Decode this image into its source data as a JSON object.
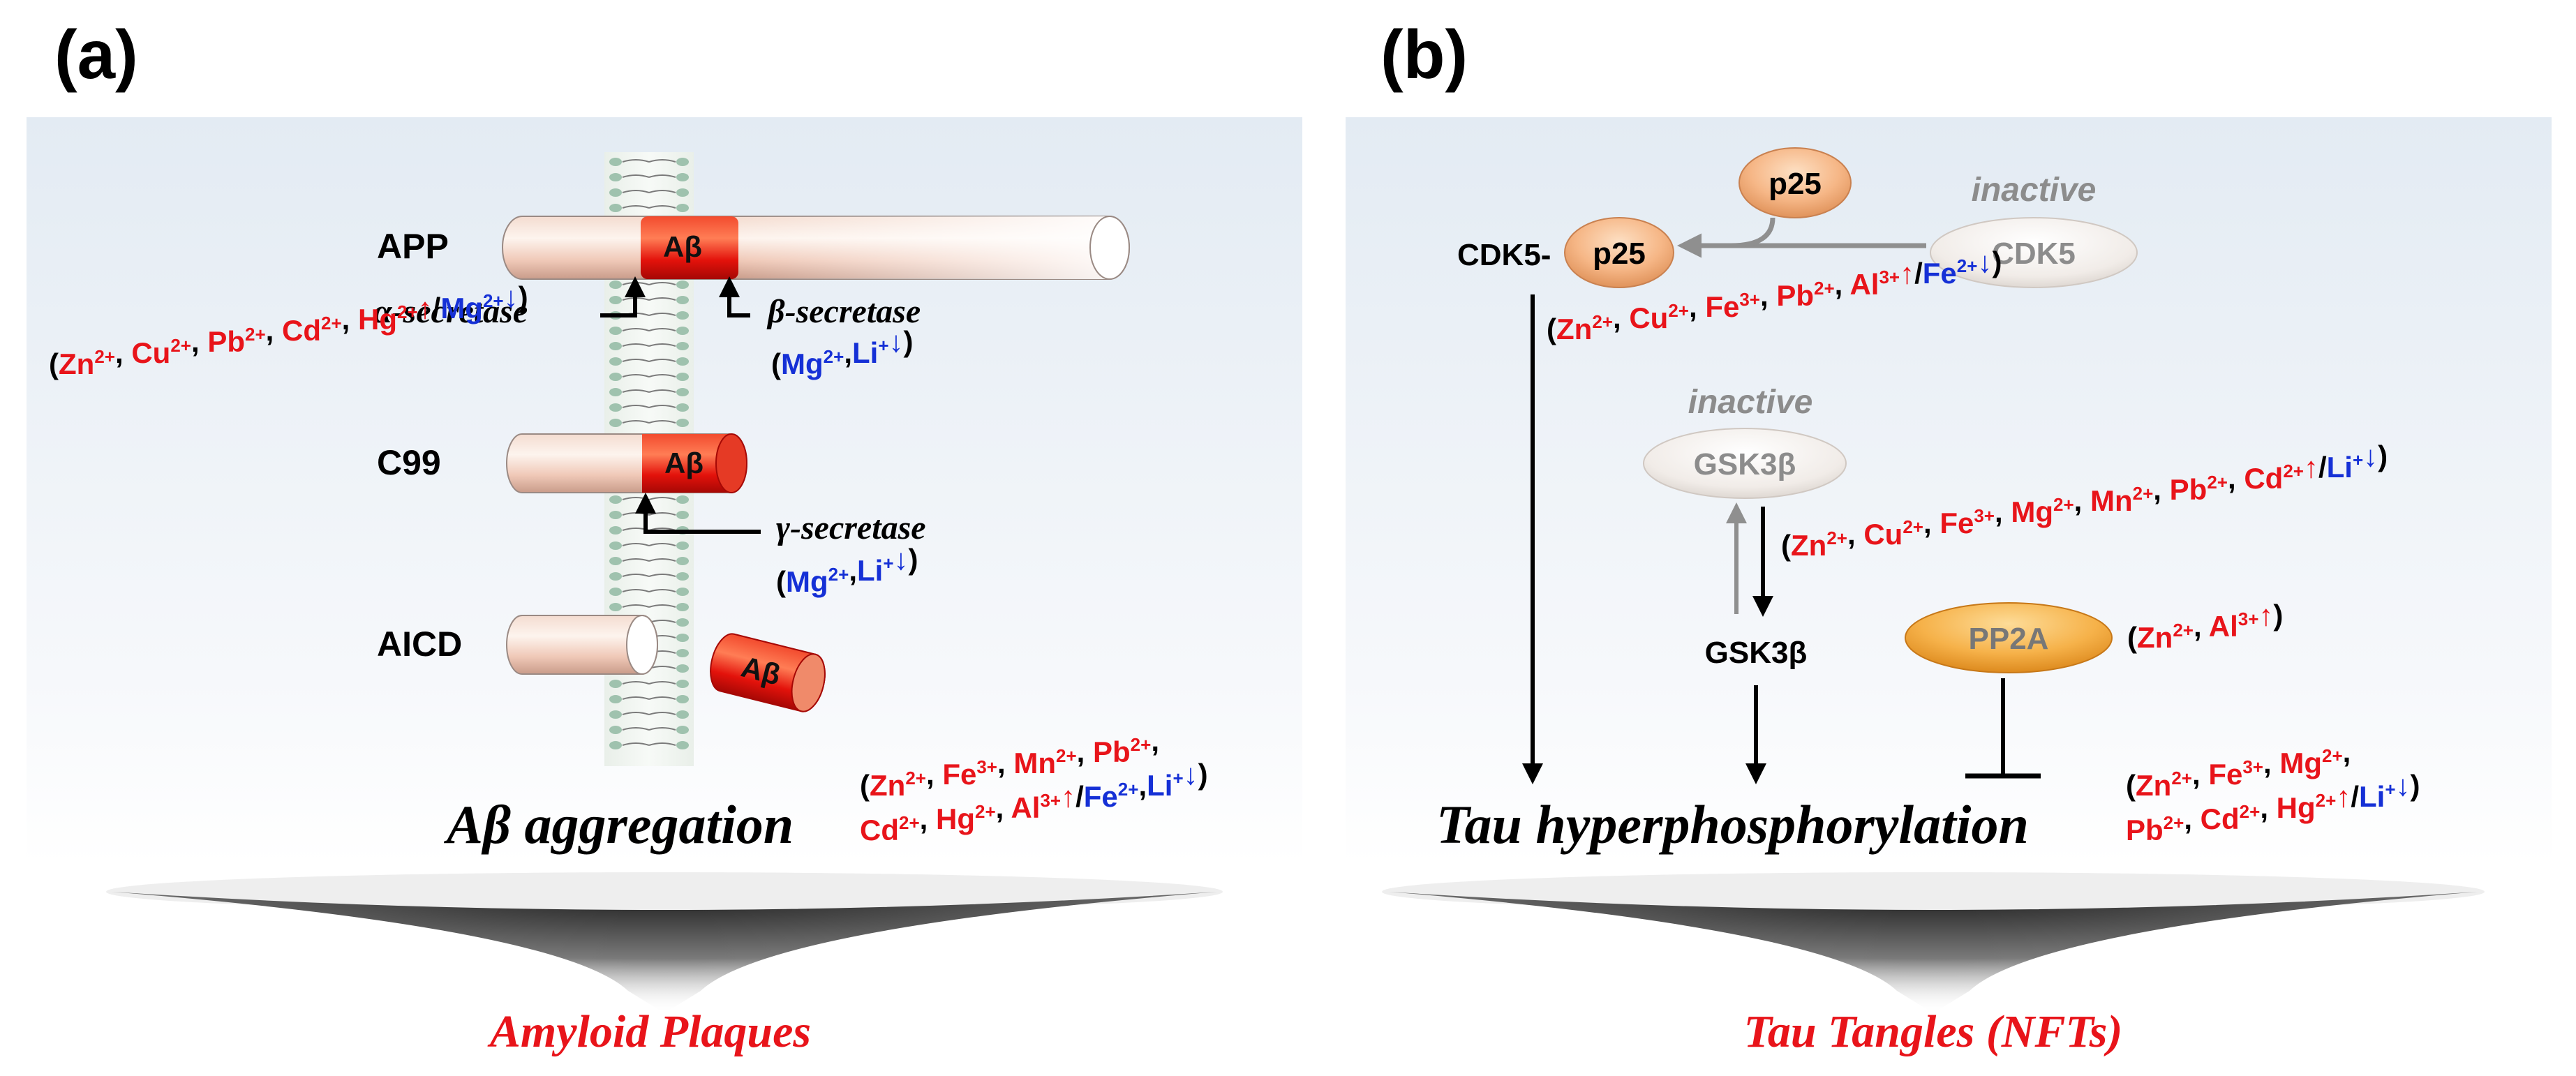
{
  "panels": {
    "a": {
      "label": "(a)",
      "app": "APP",
      "c99": "C99",
      "aicd": "AICD",
      "abeta": "Aβ",
      "alpha_secretase": "α-secretase",
      "beta_secretase": "β-secretase",
      "gamma_secretase": "γ-secretase",
      "aggregation": "Aβ aggregation",
      "outcome": "Amyloid Plaques",
      "ions": {
        "alpha": {
          "up": [
            "Zn",
            "Cu",
            "Pb",
            "Cd",
            "Hg"
          ],
          "up_charges": [
            "2+",
            "2+",
            "2+",
            "2+",
            "2+"
          ],
          "down": [
            "Mg"
          ],
          "down_charges": [
            "2+"
          ]
        },
        "beta": {
          "down": [
            "Mg",
            "Li"
          ],
          "down_charges": [
            "2+",
            "+"
          ]
        },
        "gamma": {
          "down": [
            "Mg",
            "Li"
          ],
          "down_charges": [
            "2+",
            "+"
          ]
        },
        "aggregation_line1": [
          "Zn",
          "Fe",
          "Mn",
          "Pb"
        ],
        "aggregation_line1_charges": [
          "2+",
          "3+",
          "2+",
          "2+"
        ],
        "aggregation_line2_up": [
          "Cd",
          "Hg",
          "Al"
        ],
        "aggregation_line2_up_charges": [
          "2+",
          "2+",
          "3+"
        ],
        "aggregation_line2_down": [
          "Fe",
          "Li"
        ],
        "aggregation_line2_down_charges": [
          "2+",
          "+"
        ]
      }
    },
    "b": {
      "label": "(b)",
      "p25": "p25",
      "inactive_cdk5": "inactive",
      "cdk5": "CDK5",
      "cdk5_complex_prefix": "CDK5-",
      "inactive_gsk": "inactive",
      "gsk3b_inactive": "GSK3β",
      "gsk3b": "GSK3β",
      "pp2a": "PP2A",
      "hyperphos": "Tau hyperphosphorylation",
      "outcome": "Tau Tangles (NFTs)",
      "ions": {
        "cdk5_up": [
          "Zn",
          "Cu",
          "Fe",
          "Pb",
          "Al"
        ],
        "cdk5_up_charges": [
          "2+",
          "2+",
          "3+",
          "2+",
          "3+"
        ],
        "cdk5_down": [
          "Fe"
        ],
        "cdk5_down_charges": [
          "2+"
        ],
        "gsk_up": [
          "Zn",
          "Cu",
          "Fe",
          "Mg",
          "Mn",
          "Pb",
          "Cd"
        ],
        "gsk_up_charges": [
          "2+",
          "2+",
          "3+",
          "2+",
          "2+",
          "2+",
          "2+"
        ],
        "gsk_down": [
          "Li"
        ],
        "gsk_down_charges": [
          "+"
        ],
        "pp2a_up": [
          "Zn",
          "Al"
        ],
        "pp2a_up_charges": [
          "2+",
          "3+"
        ],
        "tau_line1": [
          "Zn",
          "Fe",
          "Mg"
        ],
        "tau_line1_charges": [
          "2+",
          "3+",
          "2+"
        ],
        "tau_line2_up": [
          "Pb",
          "Cd",
          "Hg"
        ],
        "tau_line2_up_charges": [
          "2+",
          "2+",
          "2+"
        ],
        "tau_line2_down": [
          "Li"
        ],
        "tau_line2_down_charges": [
          "+"
        ]
      }
    }
  },
  "colors": {
    "increase": "#e8141a",
    "decrease": "#1530d6",
    "outcome": "#e8141a",
    "inactive_text": "#8c8c8c",
    "arrow": "#000000",
    "arrow_gray": "#8f8f8f"
  }
}
